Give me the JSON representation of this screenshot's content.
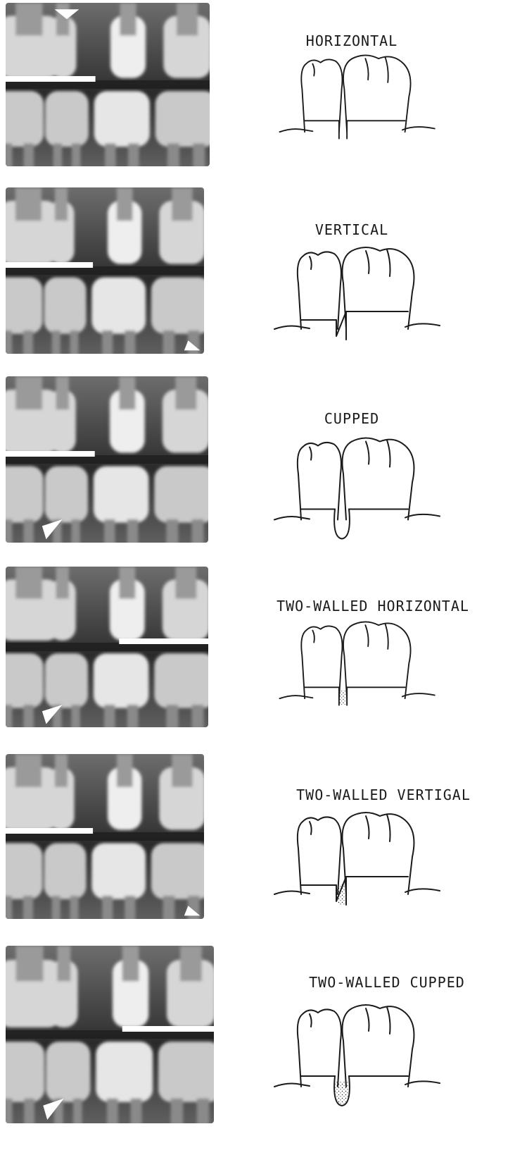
{
  "panels": [
    {
      "id": "horizontal",
      "label": "HORIZONTAL",
      "defect": "horizontal",
      "fill": false,
      "marker_positions": [
        "top-left"
      ],
      "bar_side": "left"
    },
    {
      "id": "vertical",
      "label": "VERTICAL",
      "defect": "vertical",
      "fill": false,
      "marker_positions": [
        "bottom-right"
      ],
      "bar_side": "left"
    },
    {
      "id": "cupped",
      "label": "CUPPED",
      "defect": "cupped",
      "fill": false,
      "marker_positions": [
        "bottom-left"
      ],
      "bar_side": "left"
    },
    {
      "id": "two-walled-horizontal",
      "label": "TWO-WALLED HORIZONTAL",
      "defect": "horizontal",
      "fill": true,
      "marker_positions": [
        "bottom-left"
      ],
      "bar_side": "right"
    },
    {
      "id": "two-walled-vertical",
      "label": "TWO-WALLED VERTIGAL",
      "defect": "vertical",
      "fill": true,
      "marker_positions": [
        "bottom-right"
      ],
      "bar_side": "left"
    },
    {
      "id": "two-walled-cupped",
      "label": "TWO-WALLED CUPPED",
      "defect": "cupped",
      "fill": true,
      "marker_positions": [
        "bottom-left"
      ],
      "bar_side": "right"
    }
  ],
  "colors": {
    "ink": "#1a1a1a",
    "xray_dark": "#2b2b2b",
    "xray_mid": "#7a7a7a",
    "xray_light": "#e8e8e8"
  }
}
